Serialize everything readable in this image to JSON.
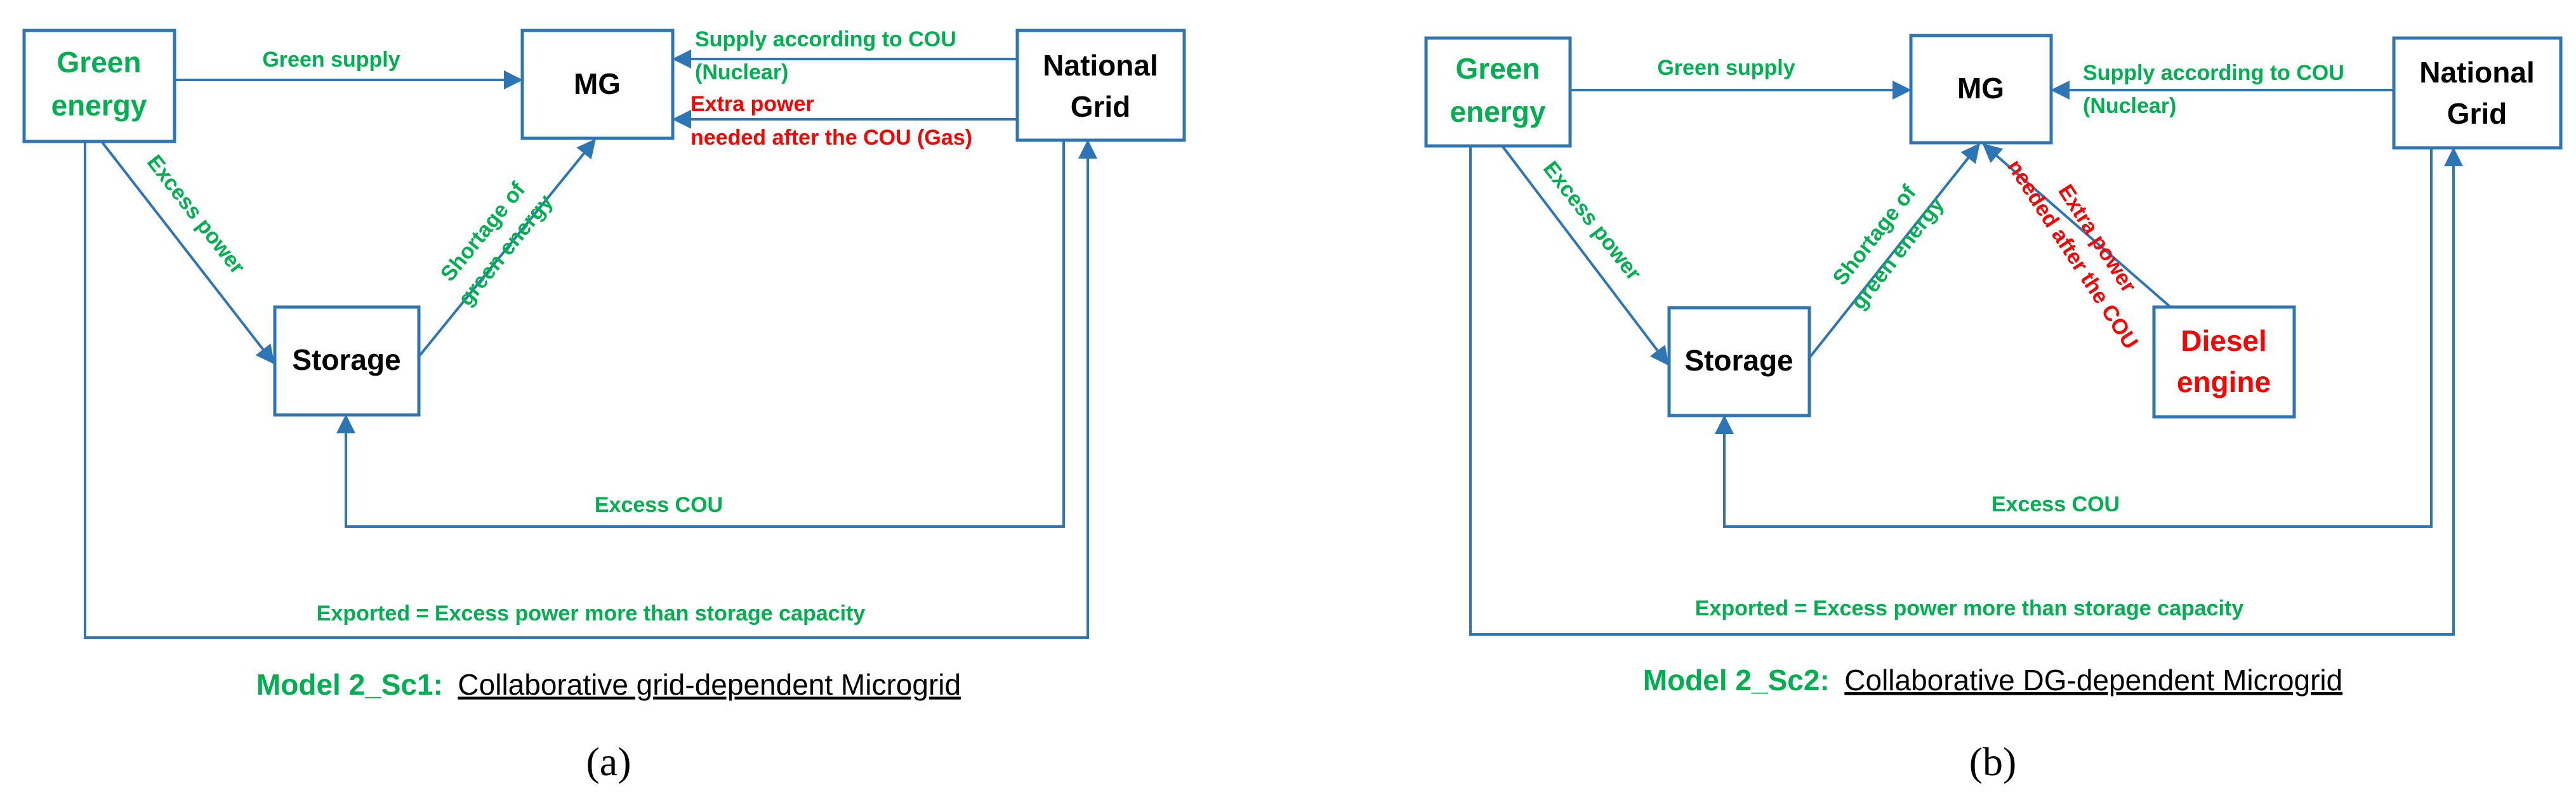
{
  "colors": {
    "box_border": "#2e75b6",
    "arrow": "#2e75b6",
    "green_text": "#00b050",
    "red_text": "#ff0000"
  },
  "panel_a": {
    "green_energy": "Green energy",
    "mg": "MG",
    "national_grid": "National Grid",
    "storage": "Storage",
    "green_supply": "Green supply",
    "supply_cou_1": "Supply according to COU",
    "supply_cou_2": "(Nuclear)",
    "extra_power_1": "Extra power",
    "extra_power_2": "needed after the COU (Gas)",
    "excess_power": "Excess power",
    "shortage_1": "Shortage of",
    "shortage_2": "green energy",
    "excess_cou": "Excess COU",
    "exported": "Exported = Excess power more than storage capacity",
    "caption_model": "Model 2_Sc1:",
    "caption_desc": "Collaborative grid-dependent Microgrid",
    "sublabel": "(a)"
  },
  "panel_b": {
    "green_energy": "Green energy",
    "mg": "MG",
    "national_grid": "National Grid",
    "storage": "Storage",
    "diesel_engine": "Diesel engine",
    "green_supply": "Green supply",
    "supply_cou_1": "Supply according to COU",
    "supply_cou_2": "(Nuclear)",
    "extra_power_1": "Extra power",
    "extra_power_2": "needed after the COU",
    "excess_power": "Excess power",
    "shortage_1": "Shortage of",
    "shortage_2": "green energy",
    "excess_cou": "Excess COU",
    "exported": "Exported = Excess power more than storage capacity",
    "caption_model": "Model 2_Sc2:",
    "caption_desc": "Collaborative DG-dependent Microgrid",
    "sublabel": "(b)"
  }
}
